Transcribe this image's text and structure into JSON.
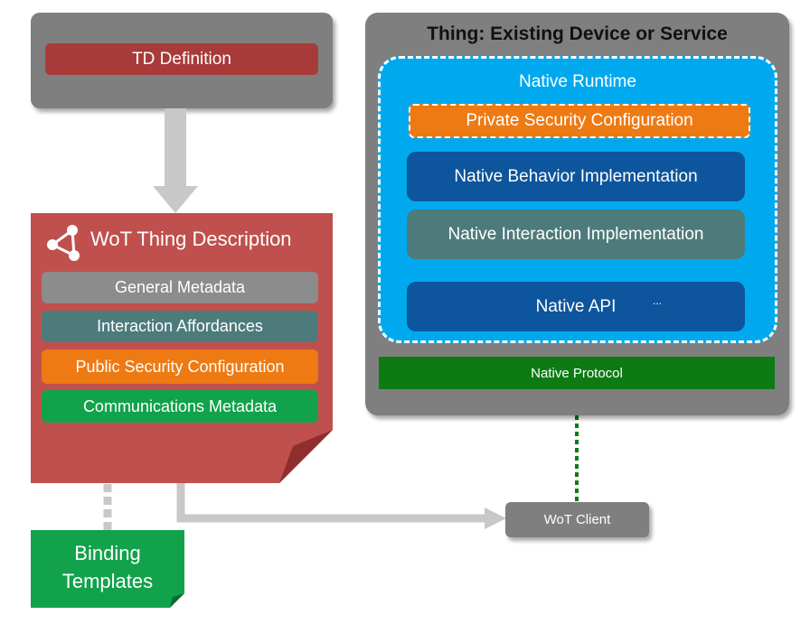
{
  "td_definition": {
    "label": "TD Definition"
  },
  "thing_description": {
    "title": "WoT Thing Description",
    "items": [
      {
        "label": "General Metadata",
        "color": "#8c8c8c"
      },
      {
        "label": "Interaction Affordances",
        "color": "#4d7b7c"
      },
      {
        "label": "Public Security Configuration",
        "color": "#ee7a13"
      },
      {
        "label": "Communications Metadata",
        "color": "#12a24b"
      }
    ],
    "color": "#c0504d"
  },
  "thing": {
    "title": "Thing: Existing Device or Service",
    "runtime": {
      "label": "Native Runtime",
      "private_security": "Private Security Configuration",
      "behavior": "Native Behavior Implementation",
      "interaction": "Native Interaction Implementation",
      "api": "Native API",
      "api_ellipsis": "..."
    },
    "protocol": "Native Protocol"
  },
  "client": {
    "label": "WoT Client"
  },
  "binding_templates": {
    "line1": "Binding",
    "line2": "Templates",
    "color": "#12a24b"
  },
  "colors": {
    "panel_gray": "#7f7f7f",
    "td_red": "#a93a3a",
    "runtime_blue": "#00a9ee",
    "native_dark_blue": "#0d559c",
    "protocol_green": "#0e7a14",
    "arrow_gray": "#c8c8c8"
  }
}
